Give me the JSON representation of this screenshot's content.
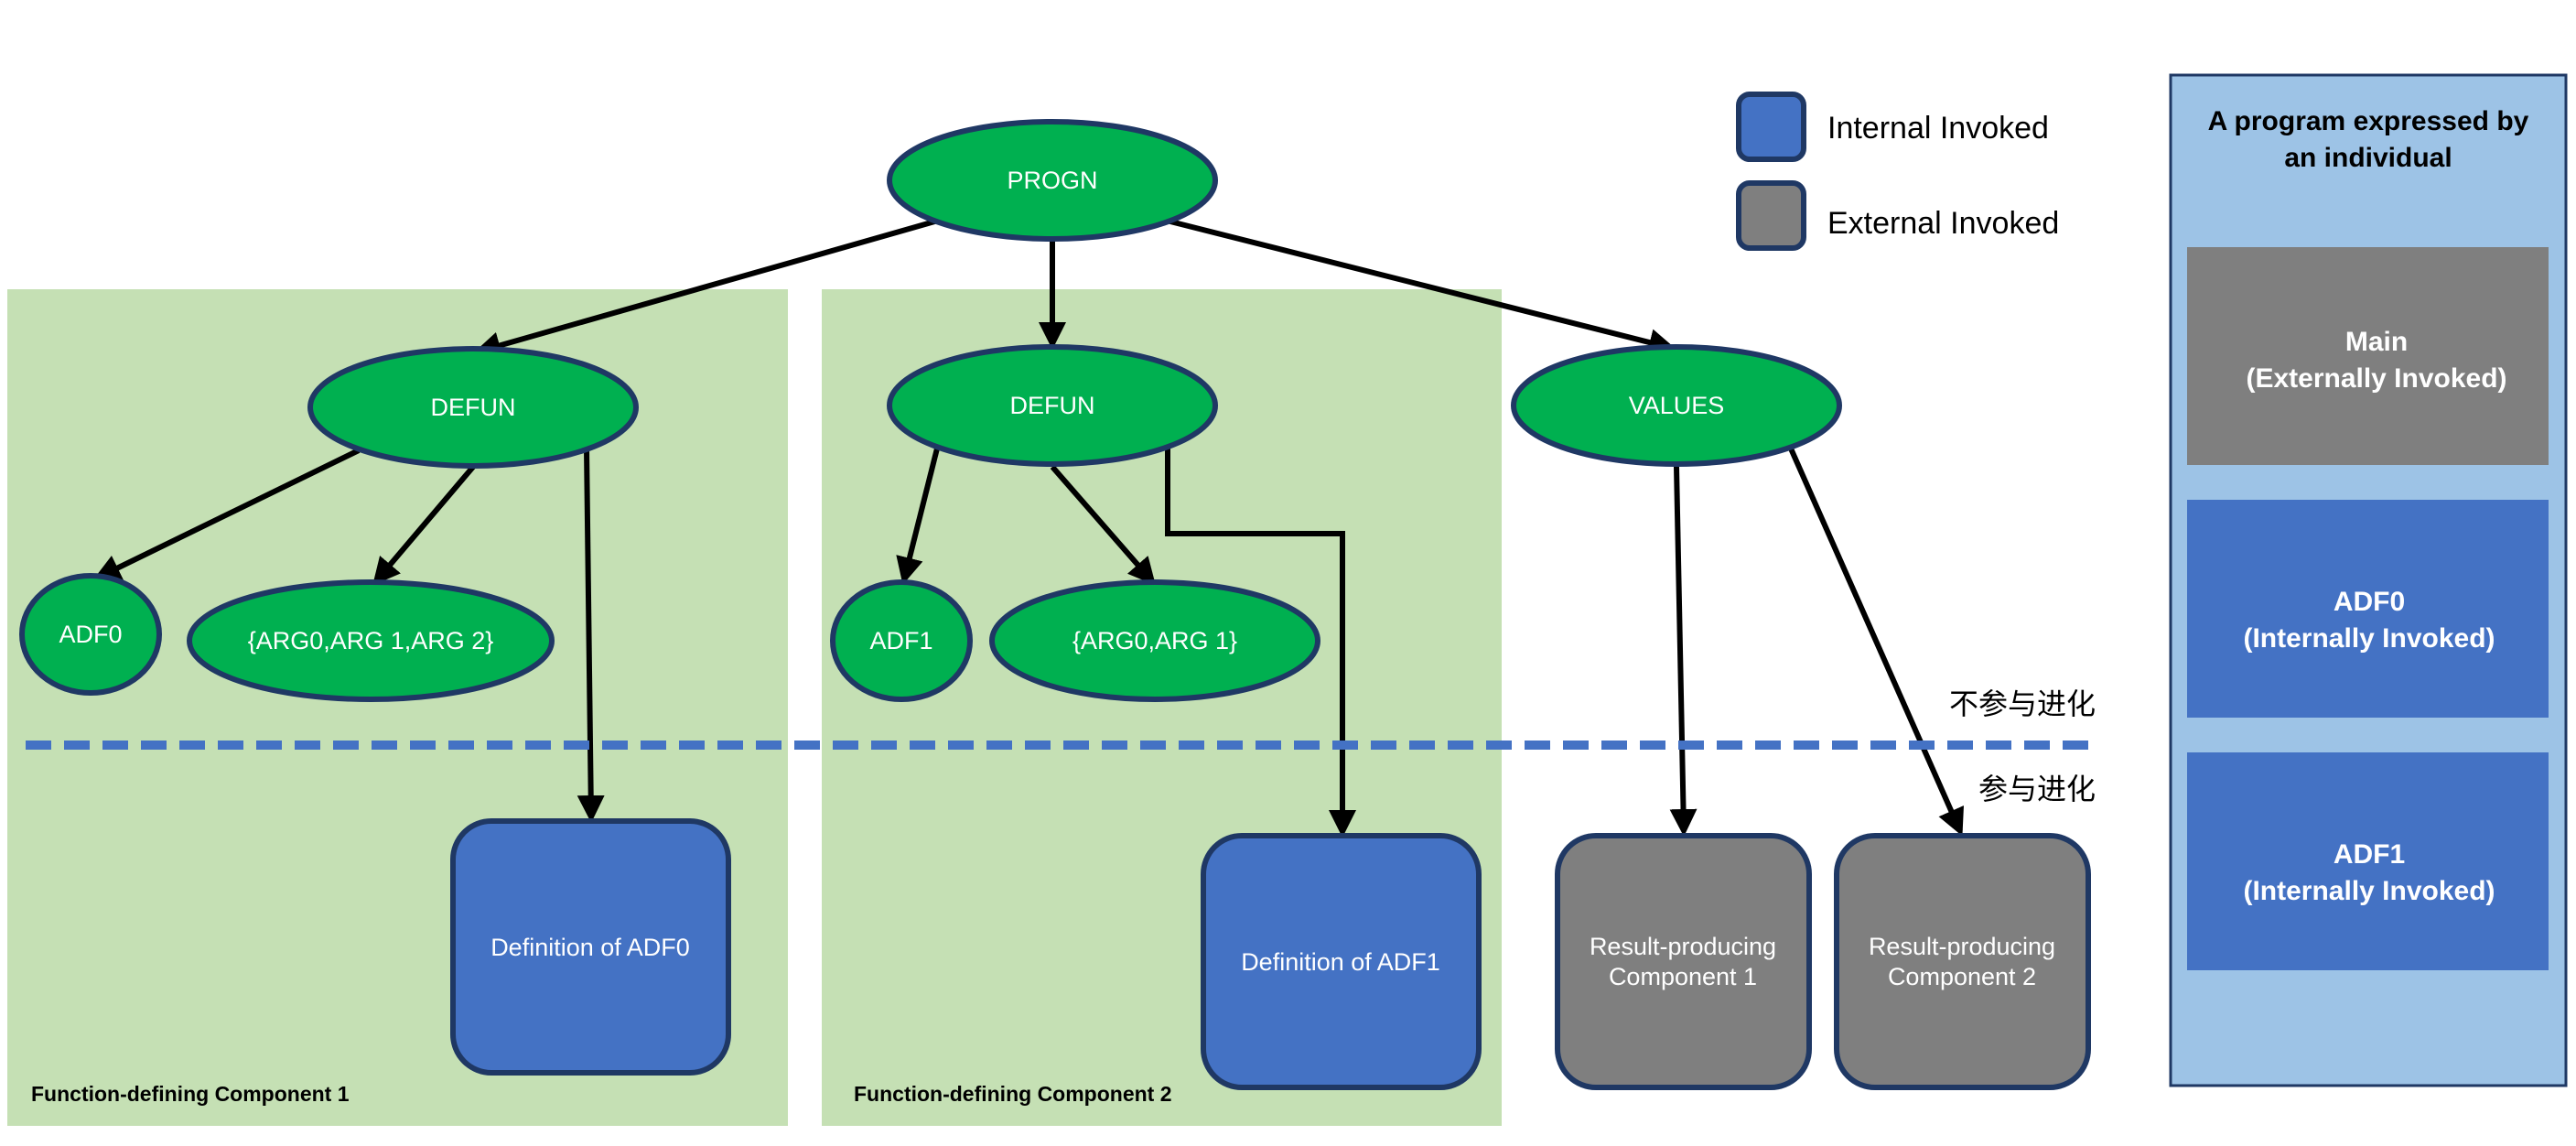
{
  "colors": {
    "panel_green": "#c5e0b4",
    "node_green": "#00b050",
    "node_border": "#1f3864",
    "internal_blue": "#4472c4",
    "external_gray": "#7f7f7f",
    "side_panel": "#9dc3e6",
    "divider": "#4472c4"
  },
  "legend": {
    "internal": "Internal Invoked",
    "external": "External Invoked"
  },
  "tree": {
    "root": "PROGN",
    "defun1": "DEFUN",
    "defun2": "DEFUN",
    "values": "VALUES",
    "adf0": "ADF0",
    "args1": "{ARG0,ARG 1,ARG 2}",
    "adf1": "ADF1",
    "args2": "{ARG0,ARG 1}"
  },
  "boxes": {
    "def_adf0": "Definition of ADF0",
    "def_adf1": "Definition of ADF1",
    "rpc1": [
      "Result-producing",
      "Component 1"
    ],
    "rpc2": [
      "Result-producing",
      "Component 2"
    ]
  },
  "panels": {
    "fdc1": "Function-defining Component 1",
    "fdc2": "Function-defining Component 2"
  },
  "zones": {
    "not_evolving": "不参与进化",
    "evolving": "参与进化"
  },
  "side": {
    "title": [
      "A program expressed by",
      "an individual"
    ],
    "items": [
      {
        "lines": [
          "Main",
          "(Externally Invoked)"
        ]
      },
      {
        "lines": [
          "ADF0",
          "(Internally Invoked)"
        ]
      },
      {
        "lines": [
          "ADF1",
          "(Internally Invoked)"
        ]
      }
    ]
  }
}
